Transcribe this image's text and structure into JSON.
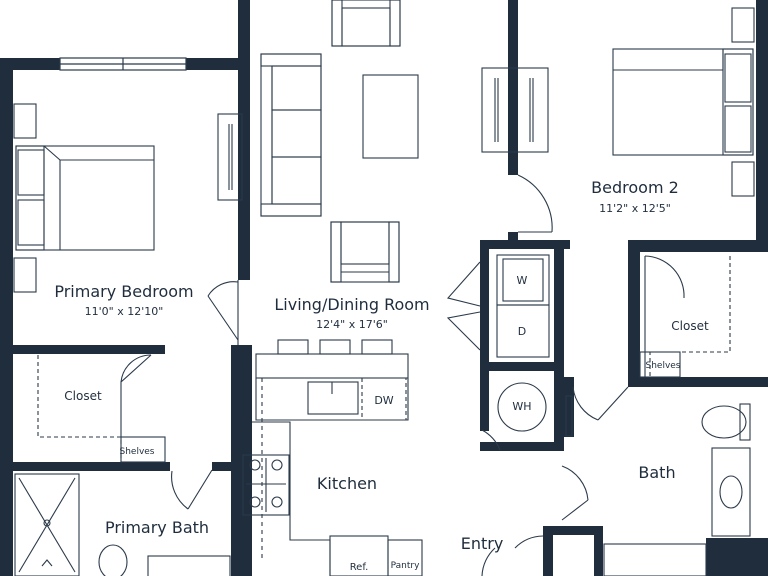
{
  "rooms": {
    "primary_bedroom": {
      "name": "Primary Bedroom",
      "dims": "11'0\" x 12'10\""
    },
    "living_dining": {
      "name": "Living/Dining Room",
      "dims": "12'4\" x 17'6\""
    },
    "bedroom_2": {
      "name": "Bedroom 2",
      "dims": "11'2\" x 12'5\""
    },
    "closet_primary": {
      "name": "Closet"
    },
    "closet_bedroom2": {
      "name": "Closet"
    },
    "kitchen": {
      "name": "Kitchen"
    },
    "bath": {
      "name": "Bath"
    },
    "primary_bath": {
      "name": "Primary Bath"
    },
    "entry": {
      "name": "Entry"
    }
  },
  "fixtures": {
    "washer": "W",
    "dryer": "D",
    "water_heater": "WH",
    "dishwasher": "DW",
    "refrigerator": "Ref.",
    "pantry": "Pantry",
    "shelves_primary": "Shelves",
    "shelves_bedroom2": "Shelves"
  },
  "colors": {
    "wall": "#1f2d3d",
    "line": "#2b3a4a",
    "background": "#ffffff"
  }
}
